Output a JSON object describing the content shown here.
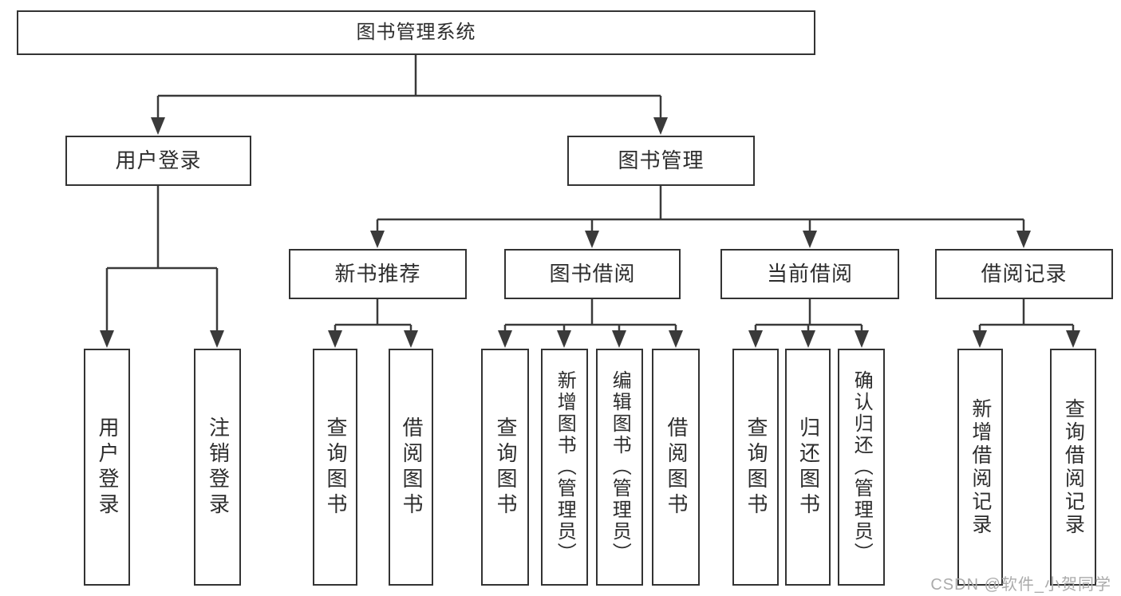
{
  "tree": {
    "label": "图书管理系统",
    "children": [
      {
        "label": "用户登录",
        "children": [
          {
            "label": "用户登录"
          },
          {
            "label": "注销登录"
          }
        ]
      },
      {
        "label": "图书管理",
        "children": [
          {
            "label": "新书推荐",
            "children": [
              {
                "label": "查询图书"
              },
              {
                "label": "借阅图书"
              }
            ]
          },
          {
            "label": "图书借阅",
            "children": [
              {
                "label": "查询图书"
              },
              {
                "label": "新增图书（管理员）"
              },
              {
                "label": "编辑图书（管理员）"
              },
              {
                "label": "借阅图书"
              }
            ]
          },
          {
            "label": "当前借阅",
            "children": [
              {
                "label": "查询图书"
              },
              {
                "label": "归还图书"
              },
              {
                "label": "确认归还（管理员）"
              }
            ]
          },
          {
            "label": "借阅记录",
            "children": [
              {
                "label": "新增借阅记录"
              },
              {
                "label": "查询借阅记录"
              }
            ]
          }
        ]
      }
    ]
  },
  "watermark": {
    "text": "CSDN @软件_小贺同学"
  },
  "colors": {
    "line": "#3a3a3a",
    "border": "#333333",
    "text": "#2d2d2d",
    "watermark": "#ababab",
    "background": "#ffffff"
  }
}
